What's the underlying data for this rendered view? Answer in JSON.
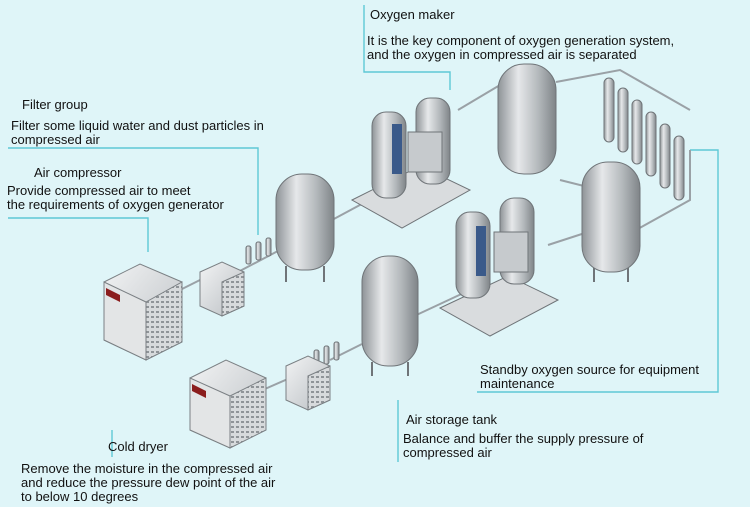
{
  "callouts": {
    "oxygen_maker": {
      "title": "Oxygen maker",
      "description": "It is the key component of oxygen generation system,\nand the oxygen in compressed air is separated"
    },
    "filter_group": {
      "title": "Filter group",
      "description": "Filter some liquid water and dust particles in\ncompressed air"
    },
    "air_compressor": {
      "title": "Air compressor",
      "description": "Provide compressed air to meet\nthe requirements of oxygen generator"
    },
    "standby_source": {
      "description": "Standby oxygen source for equipment\nmaintenance"
    },
    "air_storage_tank": {
      "title": "Air storage tank",
      "description": "Balance and buffer the supply pressure of\ncompressed air"
    },
    "cold_dryer": {
      "title": "Cold dryer",
      "description": "Remove the moisture in the compressed air\nand reduce the pressure dew point of the air\nto below 10 degrees"
    }
  },
  "colors": {
    "background": "#dff5f8",
    "leader_line": "#5ec8d6",
    "tank_metal": "#b8bcbf",
    "pipe": "#9aa1a6"
  }
}
